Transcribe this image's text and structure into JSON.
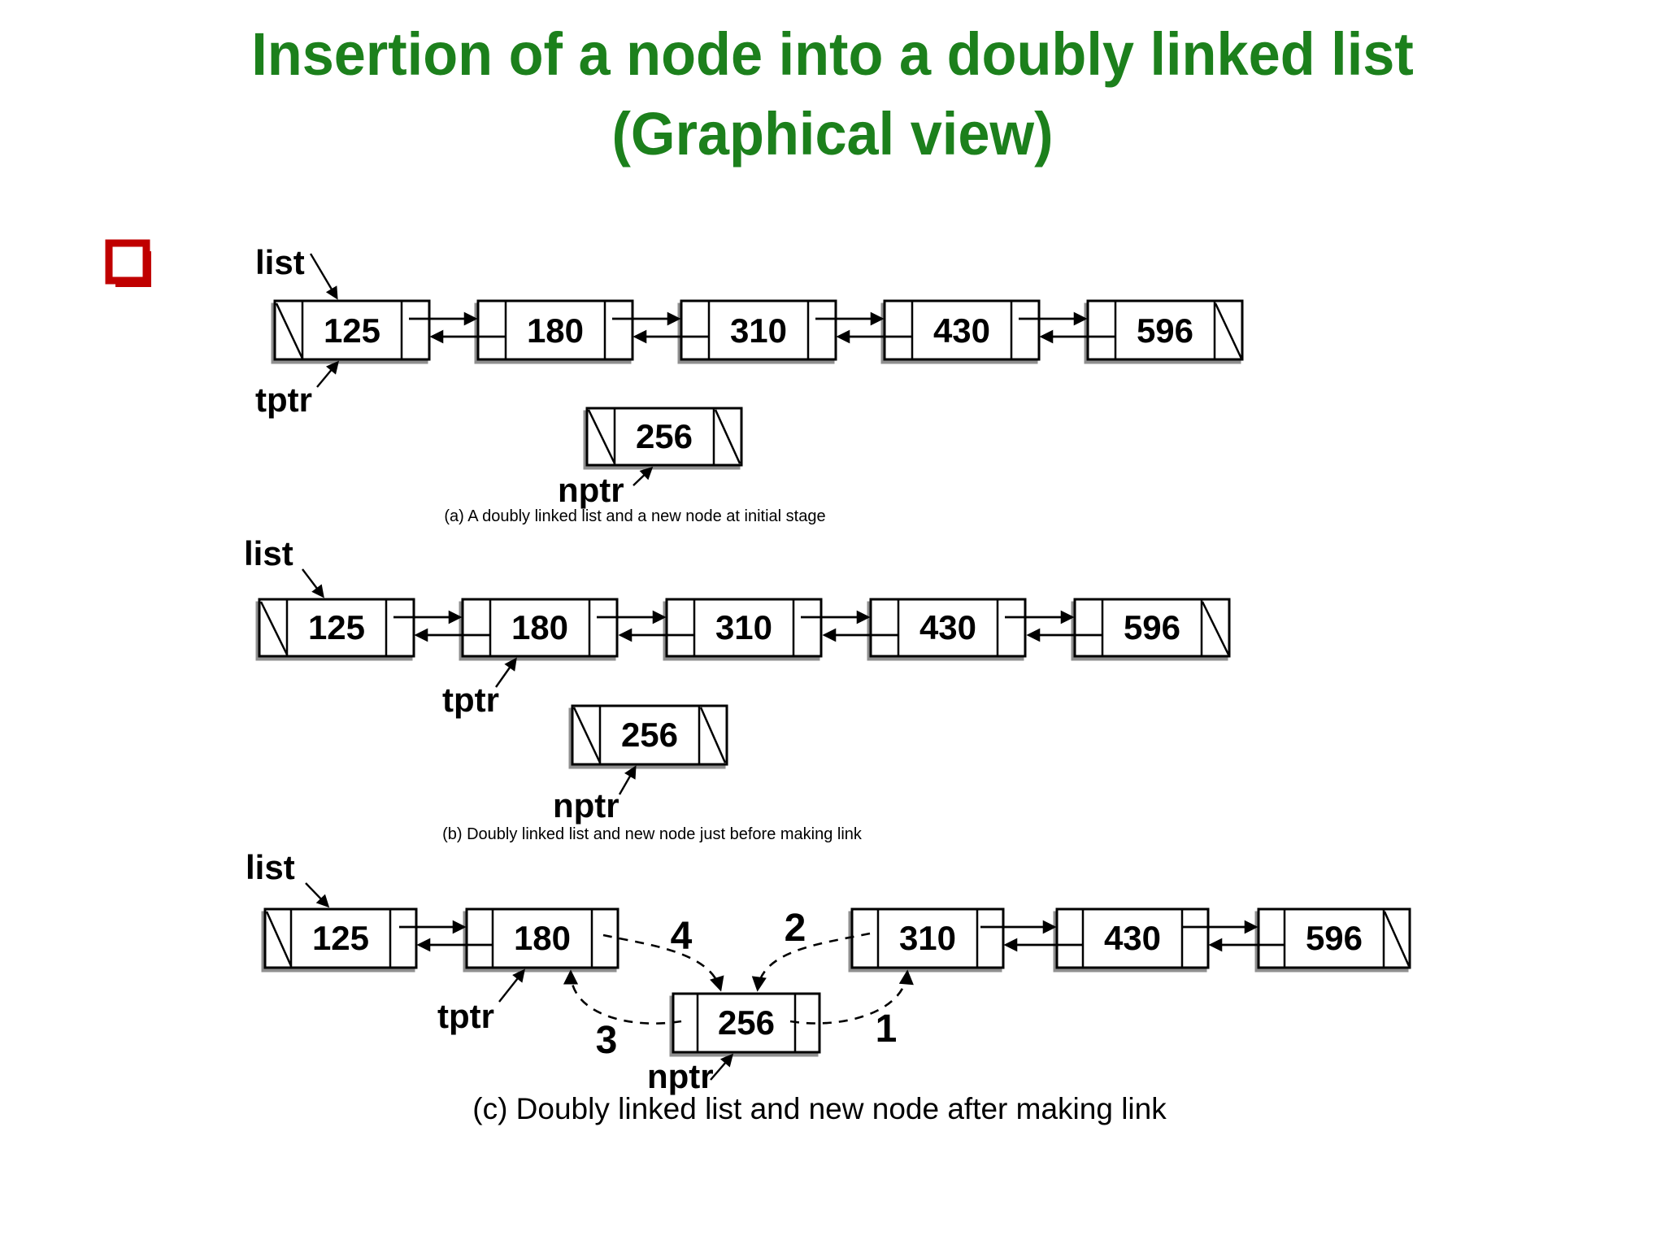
{
  "slide": {
    "title_line1": "Insertion of a node into a doubly linked list",
    "title_line2": "(Graphical view)"
  },
  "colors": {
    "title_green": "#1c801c",
    "bullet_red": "#c00000",
    "diagram_ink": "#000000",
    "box_shadow_gray": "#8f8f8f"
  },
  "bullet": {
    "icon": "red-hollow-square-bullet"
  },
  "diagram_a": {
    "pointer_list": "list",
    "pointer_tptr": "tptr",
    "pointer_nptr": "nptr",
    "nodes": [
      "125",
      "180",
      "310",
      "430",
      "596"
    ],
    "new_node": "256",
    "caption": "(a) A doubly linked list and a new node at initial stage"
  },
  "diagram_b": {
    "pointer_list": "list",
    "pointer_tptr": "tptr",
    "pointer_nptr": "nptr",
    "nodes": [
      "125",
      "180",
      "310",
      "430",
      "596"
    ],
    "new_node": "256",
    "caption": "(b) Doubly linked list and new node just before making link"
  },
  "diagram_c": {
    "pointer_list": "list",
    "pointer_tptr": "tptr",
    "pointer_nptr": "nptr",
    "nodes": [
      "125",
      "180",
      "310",
      "430",
      "596"
    ],
    "new_node": "256",
    "steps": [
      "1",
      "2",
      "3",
      "4"
    ],
    "caption": "(c) Doubly linked list and new node after making link"
  }
}
